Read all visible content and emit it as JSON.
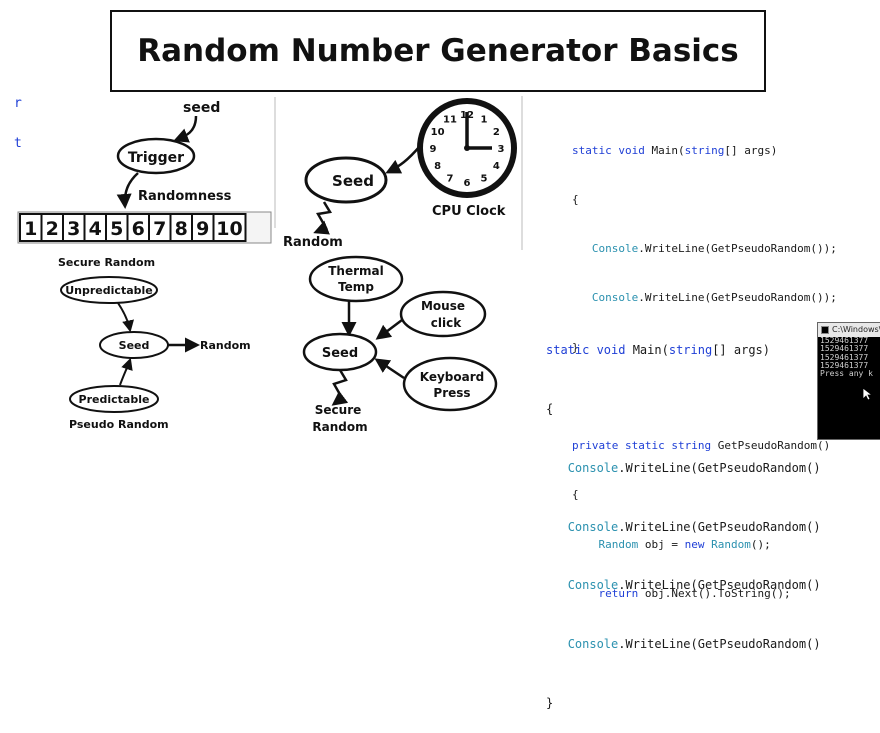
{
  "title": "Random Number Generator Basics",
  "stray_left": [
    "r",
    "t"
  ],
  "panel_trigger": {
    "seed": "seed",
    "trigger": "Trigger",
    "randomness": "Randomness",
    "numbers": [
      "1",
      "2",
      "3",
      "4",
      "5",
      "6",
      "7",
      "8",
      "9",
      "10"
    ]
  },
  "panel_clock": {
    "seed": "Seed",
    "random": "Random",
    "clock_label": "CPU Clock",
    "clock_numbers": [
      "12",
      "1",
      "2",
      "3",
      "4",
      "5",
      "6",
      "7",
      "8",
      "9",
      "10",
      "11"
    ]
  },
  "code_top": [
    "static void Main(string[] args)",
    "{",
    "   Console.WriteLine(GetPseudoRandom());",
    "   Console.WriteLine(GetPseudoRandom());",
    "}",
    "",
    "private static string GetPseudoRandom()",
    "{",
    "    Random obj = new Random();",
    "    return obj.Next().ToString();"
  ],
  "panel_secure_pseudo": {
    "secure_random": "Secure Random",
    "unpredictable": "Unpredictable",
    "seed": "Seed",
    "random": "Random",
    "predictable": "Predictable",
    "pseudo_random": "Pseudo Random"
  },
  "panel_sources": {
    "thermal_line1": "Thermal",
    "thermal_line2": "Temp",
    "mouse_line1": "Mouse",
    "mouse_line2": "click",
    "keyboard_line1": "Keyboard",
    "keyboard_line2": "Press",
    "seed": "Seed",
    "secure_line1": "Secure",
    "secure_line2": "Random"
  },
  "code_bottom": [
    "static void Main(string[] args)",
    "{",
    "   Console.WriteLine(GetPseudoRandom()",
    "   Console.WriteLine(GetPseudoRandom()",
    "   Console.WriteLine(GetPseudoRandom()",
    "   Console.WriteLine(GetPseudoRandom()",
    "}"
  ],
  "console": {
    "title": "C:\\Windows\\",
    "lines": [
      "1529461377",
      "1529461377",
      "1529461377",
      "1529461377",
      "Press any k"
    ]
  }
}
